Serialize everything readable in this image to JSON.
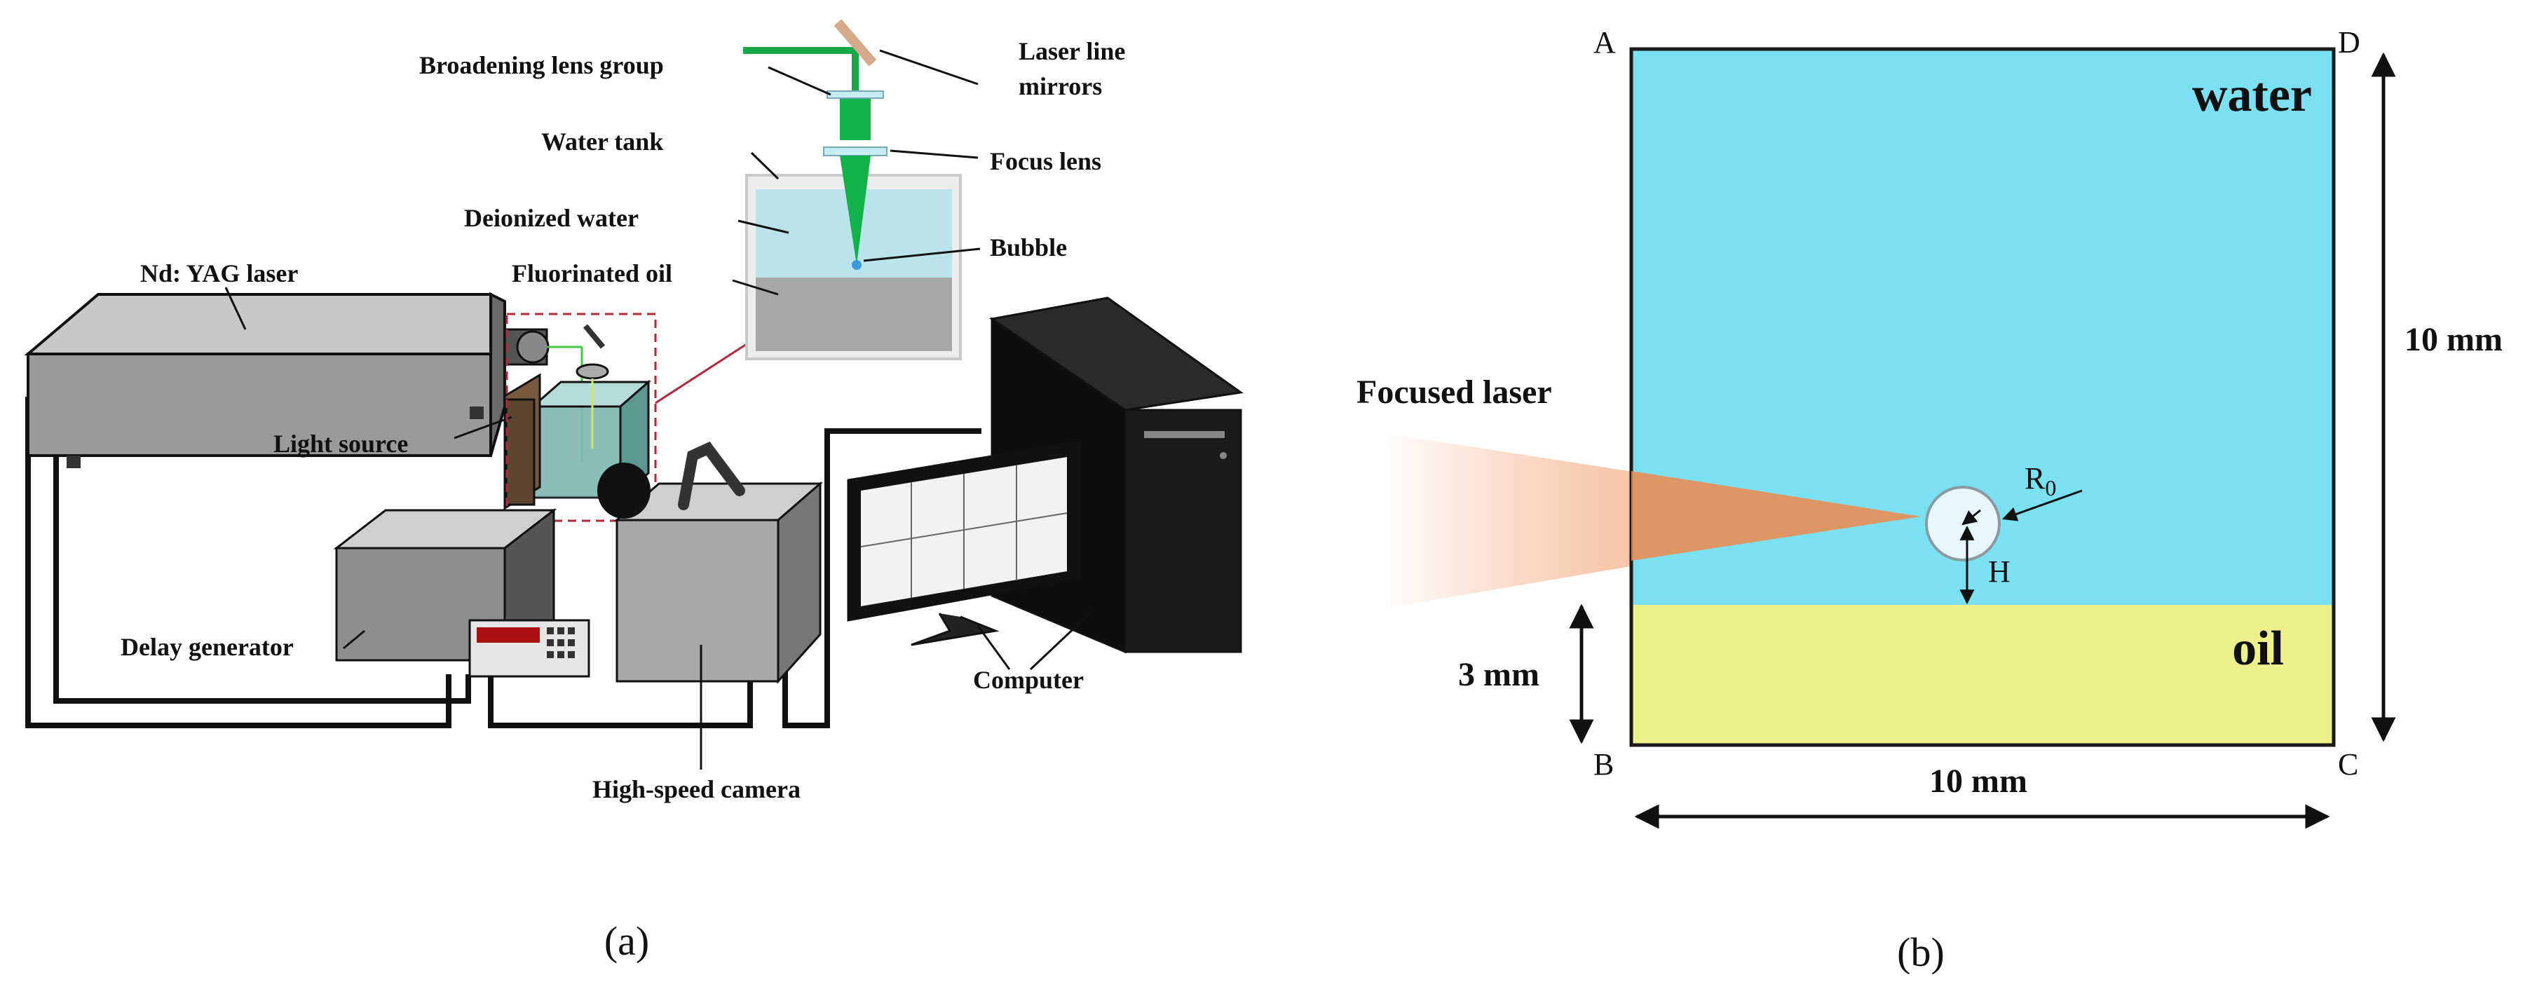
{
  "panel_a": {
    "caption": "(a)",
    "labels": {
      "broadening": "Broadening lens group",
      "laser_line": "Laser line",
      "mirrors": "mirrors",
      "water_tank": "Water tank",
      "focus_lens": "Focus lens",
      "deionized": "Deionized water",
      "bubble": "Bubble",
      "nd_yag": "Nd: YAG laser",
      "fluorinated": "Fluorinated oil",
      "light_source": "Light source",
      "delay_gen": "Delay generator",
      "computer": "Computer",
      "hs_camera": "High-speed camera"
    }
  },
  "panel_b": {
    "caption": "(b)",
    "labels": {
      "corner_a": "A",
      "corner_b": "B",
      "corner_c": "C",
      "corner_d": "D",
      "water": "water",
      "oil": "oil",
      "focused_laser": "Focused laser",
      "r0": "R",
      "r0_sub": "0",
      "h": "H",
      "dim_height": "10 mm",
      "dim_width": "10 mm",
      "dim_oil": "3 mm"
    },
    "colors": {
      "water": "#7ae0f2",
      "oil": "#eef08c",
      "laser": "#f0874a",
      "bubble": "#e6f8fd"
    }
  }
}
